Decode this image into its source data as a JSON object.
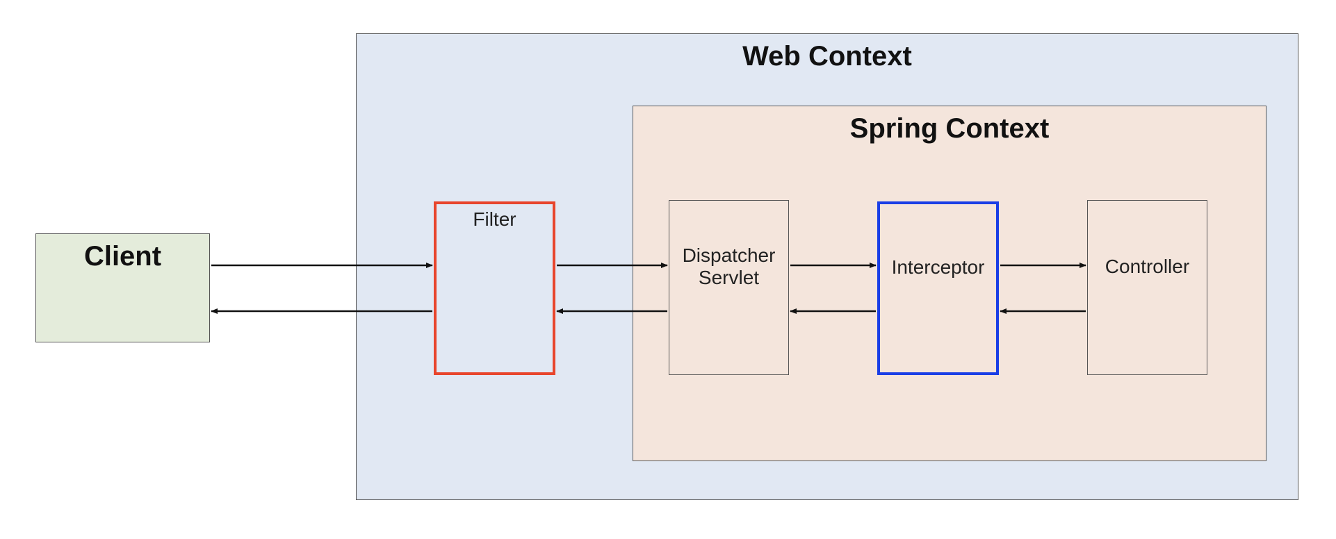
{
  "diagram": {
    "web_context": {
      "title": "Web Context"
    },
    "spring_context": {
      "title": "Spring Context"
    },
    "client": {
      "label": "Client"
    },
    "filter": {
      "label": "Filter"
    },
    "dispatcher": {
      "line1": "Dispatcher",
      "line2": "Servlet"
    },
    "interceptor": {
      "label": "Interceptor"
    },
    "controller": {
      "label": "Controller"
    }
  },
  "colors": {
    "web_context_fill": "#e1e8f3",
    "spring_context_fill": "#f4e5dc",
    "client_fill": "#e4ecdb",
    "filter_border": "#e8452c",
    "interceptor_border": "#1a3ee6",
    "box_fill": "#f4e5dc",
    "filter_fill": "#e1e8f3"
  }
}
